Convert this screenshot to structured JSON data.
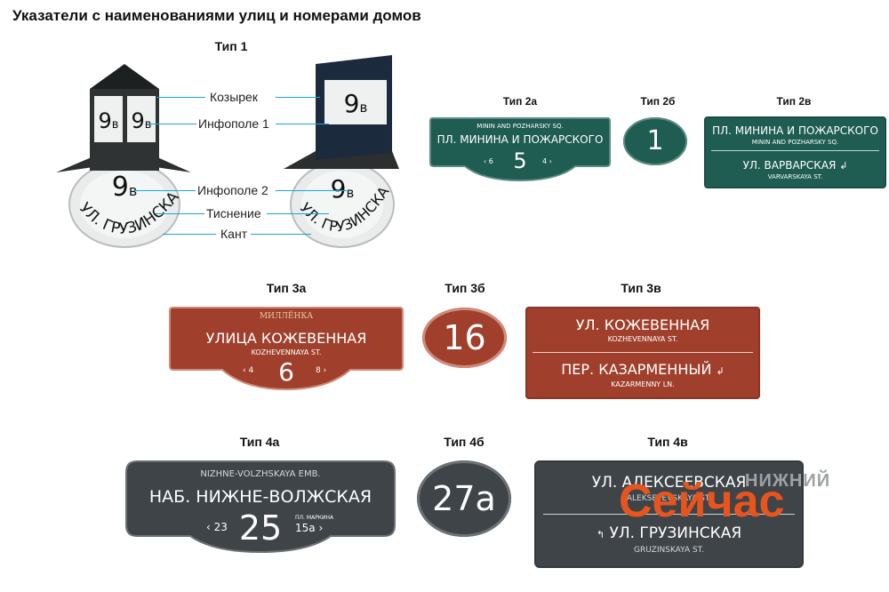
{
  "title": "Указатели с наименованиями улиц и номерами домов",
  "colors": {
    "green": "#1f5c52",
    "brown": "#a0402c",
    "gray": "#3f4449",
    "callout_line": "#1aa6d6",
    "watermark": "#e8541e"
  },
  "type1": {
    "label": "Тип 1",
    "callouts": [
      "Козырек",
      "Инфополе 1",
      "Инфополе 2",
      "Тиснение",
      "Кант"
    ],
    "house_number": "9",
    "house_letter": "в",
    "street": "УЛ. ГРУЗИНСКАЯ"
  },
  "type2a": {
    "label": "Тип 2а",
    "latin": "MININ AND POZHARSKY SQ.",
    "name": "ПЛ. МИНИНА И ПОЖАРСКОГО",
    "prev": "‹ 6",
    "number": "5",
    "next": "4 ›"
  },
  "type2b": {
    "label": "Тип 2б",
    "number": "1"
  },
  "type2v": {
    "label": "Тип 2в",
    "name1": "ПЛ. МИНИНА И ПОЖАРСКОГО",
    "latin1": "MININ AND POZHARSKY SQ.",
    "name2": "УЛ. ВАРВАРСКАЯ",
    "latin2": "VARVARSKAYA ST.",
    "arrow": "↲"
  },
  "type3a": {
    "label": "Тип 3а",
    "logo": "МИЛЛЁНКА",
    "name": "УЛИЦА КОЖЕВЕННАЯ",
    "latin": "KOZHEVENNAYA ST.",
    "prev": "‹ 4",
    "number": "6",
    "next": "8 ›"
  },
  "type3b": {
    "label": "Тип 3б",
    "number": "16"
  },
  "type3v": {
    "label": "Тип 3в",
    "name1": "УЛ. КОЖЕВЕННАЯ",
    "latin1": "KOZHEVENNAYA ST.",
    "name2": "ПЕР. КАЗАРМЕННЫЙ",
    "latin2": "KAZARMENNY LN.",
    "arrow": "↲"
  },
  "type4a": {
    "label": "Тип 4а",
    "latin": "NIZHNE-VOLZHSKAYA EMB.",
    "name": "НАБ. НИЖНЕ-ВОЛЖСКАЯ",
    "prev": "‹ 23",
    "number": "25",
    "side_label": "ПЛ. МАРКИНА",
    "next": "15а ›"
  },
  "type4b": {
    "label": "Тип 4б",
    "number": "27а"
  },
  "type4v": {
    "label": "Тип 4в",
    "name1": "УЛ. АЛЕКСЕЕВСКАЯ",
    "latin1": "ALEKSEYEVSKAYA ST.",
    "name2": "УЛ. ГРУЗИНСКАЯ",
    "latin2": "GRUZINSKAYA ST.",
    "arrow": "↰"
  },
  "watermark": {
    "small": "НИЖНИЙ",
    "big": "Сейчас"
  }
}
